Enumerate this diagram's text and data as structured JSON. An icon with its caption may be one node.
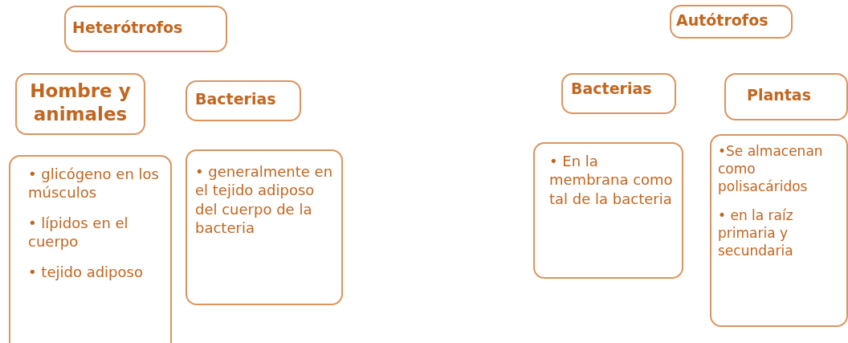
{
  "diagram": {
    "nodes": [
      {
        "text": [
          "Heterótrofos"
        ]
      },
      {
        "text": [
          "Hombre y animales"
        ]
      },
      {
        "text": [
          "Bacterias"
        ]
      },
      {
        "text": [
          "• glicógeno en los músculos",
          "• lípidos en el cuerpo",
          "• tejido adiposo"
        ]
      },
      {
        "text": [
          "• generalmente en el tejido adiposo del cuerpo de la bacteria"
        ]
      },
      {
        "text": [
          "Autótrofos"
        ]
      },
      {
        "text": [
          "Bacterias"
        ]
      },
      {
        "text": [
          "Plantas"
        ]
      },
      {
        "text": [
          "• En la membrana como tal de la bacteria"
        ]
      },
      {
        "text": [
          "•Se almacenan como polisacáridos",
          "• en la raíz primaria y secundaria"
        ]
      }
    ]
  }
}
